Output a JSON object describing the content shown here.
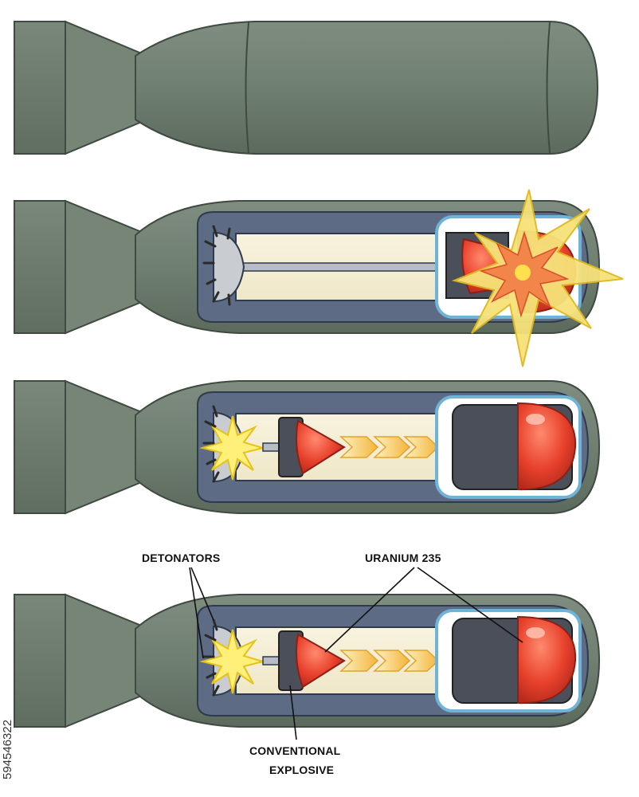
{
  "labels": {
    "detonators": "DETONATORS",
    "uranium": "URANIUM 235",
    "conventional_line1": "CONVENTIONAL",
    "conventional_line2": "EXPLOSIVE"
  },
  "stock_id": "594546322",
  "colors": {
    "casing": "#6f7f70",
    "casing_dark": "#545f55",
    "interior": "#5d6c84",
    "uranium": "#e8412c",
    "blast": "#f5d21f"
  }
}
